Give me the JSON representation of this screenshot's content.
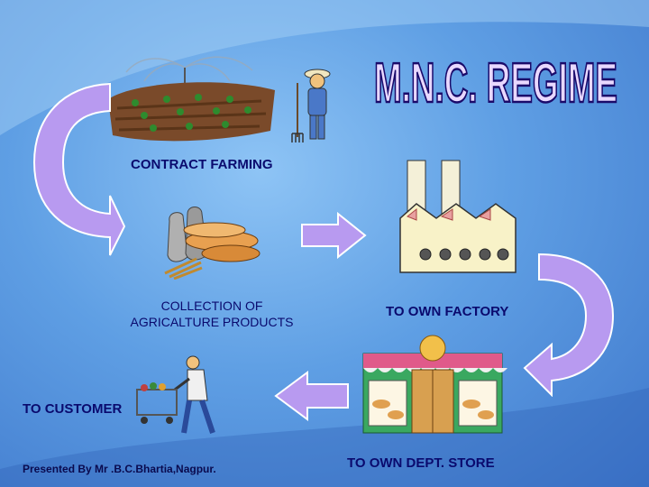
{
  "title": "M.N.C. REGIME",
  "steps": {
    "contract_farming": "CONTRACT FARMING",
    "collection_line1": "COLLECTION OF",
    "collection_line2": "AGRICALTURE PRODUCTS",
    "own_factory": "TO OWN FACTORY",
    "own_dept_store": "TO OWN DEPT. STORE",
    "to_customer": "TO CUSTOMER"
  },
  "footer": "Presented By Mr .B.C.Bhartia,Nagpur.",
  "colors": {
    "text": "#0a0a6e",
    "arrow": "#b89af0",
    "title_fill": "#e8d8ff",
    "title_stroke": "#1a0a6a"
  },
  "icons": [
    "farm-field-icon",
    "farmer-icon",
    "grain-sacks-bread-icon",
    "factory-icon",
    "dept-store-icon",
    "shopper-cart-icon"
  ]
}
